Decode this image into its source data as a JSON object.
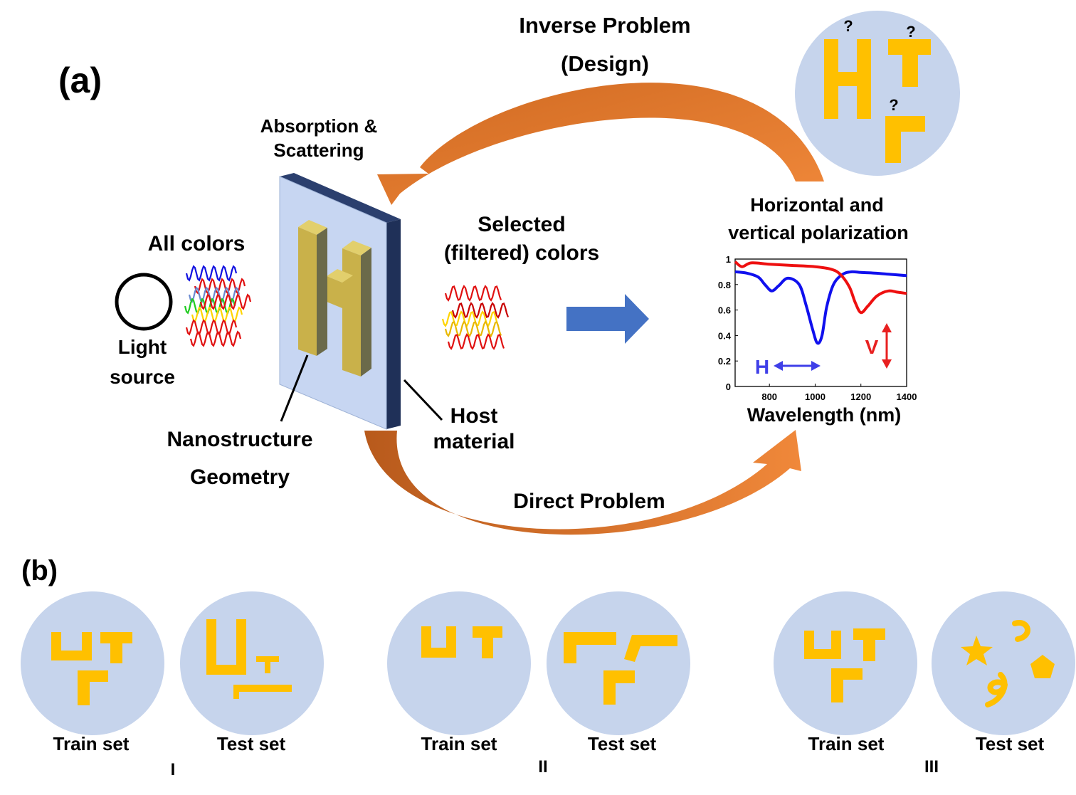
{
  "panel_a": {
    "label": "(a)",
    "inverse_problem": "Inverse Problem",
    "design": "(Design)",
    "absorption_1": "Absorption &",
    "absorption_2": "Scattering",
    "all_colors": "All colors",
    "light_1": "Light",
    "light_2": "source",
    "selected_1": "Selected",
    "selected_2": "(filtered) colors",
    "nano_1": "Nanostructure",
    "nano_2": "Geometry",
    "host_1": "Host",
    "host_2": "material",
    "direct_problem": "Direct Problem",
    "polar_1": "Horizontal and",
    "polar_2": "vertical polarization",
    "question_mark": "?"
  },
  "chart_data": {
    "type": "line",
    "xlabel": "Wavelength (nm)",
    "ylabel": "",
    "xlim": [
      650,
      1400
    ],
    "ylim": [
      0,
      1
    ],
    "x_ticks": [
      "800",
      "1000",
      "1200",
      "1400"
    ],
    "y_ticks": [
      "0",
      "0.2",
      "0.4",
      "0.6",
      "0.8",
      "1"
    ],
    "annotations": {
      "h_label": "H",
      "v_label": "V"
    },
    "series": [
      {
        "color": "#1010ee",
        "x": [
          650,
          700,
          750,
          780,
          810,
          840,
          880,
          930,
          960,
          990,
          1010,
          1030,
          1050,
          1080,
          1120,
          1160,
          1200,
          1260,
          1330,
          1400
        ],
        "y": [
          0.9,
          0.89,
          0.86,
          0.8,
          0.75,
          0.79,
          0.85,
          0.8,
          0.64,
          0.44,
          0.34,
          0.4,
          0.62,
          0.8,
          0.88,
          0.9,
          0.895,
          0.89,
          0.88,
          0.87
        ]
      },
      {
        "color": "#ee1010",
        "x": [
          650,
          680,
          720,
          800,
          900,
          1000,
          1070,
          1110,
          1150,
          1175,
          1200,
          1230,
          1270,
          1320,
          1360,
          1400
        ],
        "y": [
          0.98,
          0.94,
          0.97,
          0.96,
          0.95,
          0.94,
          0.92,
          0.88,
          0.78,
          0.66,
          0.58,
          0.63,
          0.71,
          0.75,
          0.74,
          0.73
        ]
      }
    ]
  },
  "panel_b": {
    "label": "(b)",
    "train_set": "Train set",
    "test_set": "Test set",
    "group_1": "I",
    "group_2": "II",
    "group_3": "III"
  },
  "colors": {
    "circle_fill": "#c6d4ec",
    "shape_fill": "#ffc000",
    "arrow_orange": "#e07a30",
    "arrow_blue": "#4472c4",
    "host_front": "#c7d6f2",
    "host_side": "#1f3058"
  }
}
